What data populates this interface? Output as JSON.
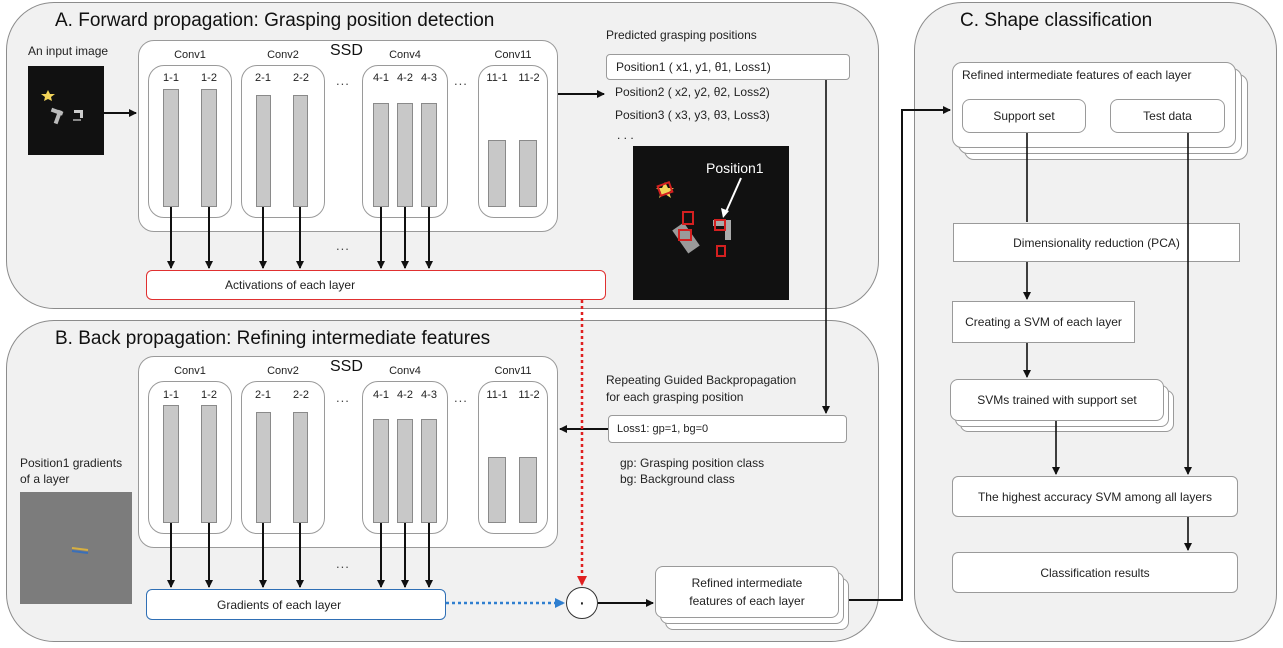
{
  "panelA": {
    "title": "A. Forward propagation: Grasping position detection",
    "input_label": "An input image",
    "ssd": "SSD",
    "conv_groups": [
      {
        "name": "Conv1",
        "layers": [
          "1-1",
          "1-2"
        ]
      },
      {
        "name": "Conv2",
        "layers": [
          "2-1",
          "2-2"
        ]
      },
      {
        "name": "Conv4",
        "layers": [
          "4-1",
          "4-2",
          "4-3"
        ]
      },
      {
        "name": "Conv11",
        "layers": [
          "11-1",
          "11-2"
        ]
      }
    ],
    "ellipsis": "...",
    "activations": "Activations of each layer",
    "predicted_title": "Predicted grasping positions",
    "positions": [
      "Position1 ( x1, y1, θ1, Loss1)",
      "Position2 ( x2, y2, θ2, Loss2)",
      "Position3 ( x3, y3, θ3, Loss3)"
    ],
    "positions_more": ". . .",
    "image_label": "Position1"
  },
  "panelB": {
    "title": "B. Back propagation: Refining intermediate features",
    "ssd": "SSD",
    "conv_groups": [
      {
        "name": "Conv1",
        "layers": [
          "1-1",
          "1-2"
        ]
      },
      {
        "name": "Conv2",
        "layers": [
          "2-1",
          "2-2"
        ]
      },
      {
        "name": "Conv4",
        "layers": [
          "4-1",
          "4-2",
          "4-3"
        ]
      },
      {
        "name": "Conv11",
        "layers": [
          "11-1",
          "11-2"
        ]
      }
    ],
    "ellipsis": "...",
    "repeat_line1": "Repeating Guided Backpropagation",
    "repeat_line2": "for each grasping position",
    "loss": "Loss1:  gp=1, bg=0",
    "legend_gp": "gp: Grasping position class",
    "legend_bg": "bg: Background class",
    "grad_label_line1": "Position1 gradients",
    "grad_label_line2": "of a layer",
    "gradients": "Gradients of each layer",
    "dot": "·",
    "refined_line1": "Refined intermediate",
    "refined_line2": "features of each layer"
  },
  "panelC": {
    "title": "C. Shape classification",
    "refined": "Refined intermediate features of each layer",
    "support": "Support set",
    "test": "Test data",
    "pca": "Dimensionality reduction (PCA)",
    "create_svm": "Creating a SVM of each layer",
    "svms": "SVMs trained with support set",
    "best_svm": "The highest accuracy SVM among all layers",
    "results": "Classification results"
  },
  "colors": {
    "panel_bg": "#f1f1f1",
    "activation_border": "#e03030",
    "gradient_border": "#2f6fb5",
    "red_dotted": "#e02020",
    "blue_dotted": "#2f7fd0"
  }
}
